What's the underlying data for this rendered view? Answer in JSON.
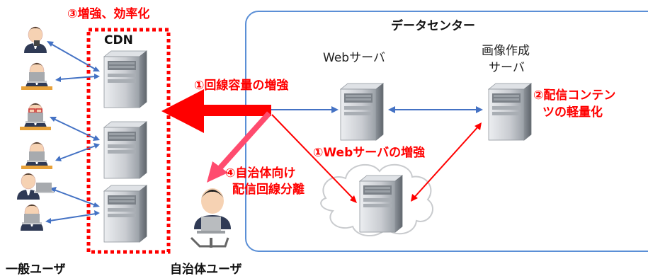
{
  "labels": {
    "improve_cdn": "③増強、効率化",
    "cdn": "CDN",
    "datacenter": "データセンター",
    "web_server": "Webサーバ",
    "image_server_line1": "画像作成",
    "image_server_line2": "サーバ",
    "line_capacity": "①回線容量の増強",
    "content_line1": "②配信コンテン",
    "content_line2": "ツの軽量化",
    "web_server_increase": "①Webサーバの増強",
    "separate_line1": "④自治体向け",
    "separate_line2": "配信回線分離",
    "general_users": "一般ユーザ",
    "municipality_users": "自治体ユーザ"
  },
  "colors": {
    "red": "#ff0000",
    "blue": "#4472c4",
    "datacenter_border": "#5b8fd6",
    "server_gray": "#b8bcc2"
  },
  "icons": [
    "server-icon",
    "user-icon",
    "cloud-icon",
    "laptop-icon"
  ]
}
